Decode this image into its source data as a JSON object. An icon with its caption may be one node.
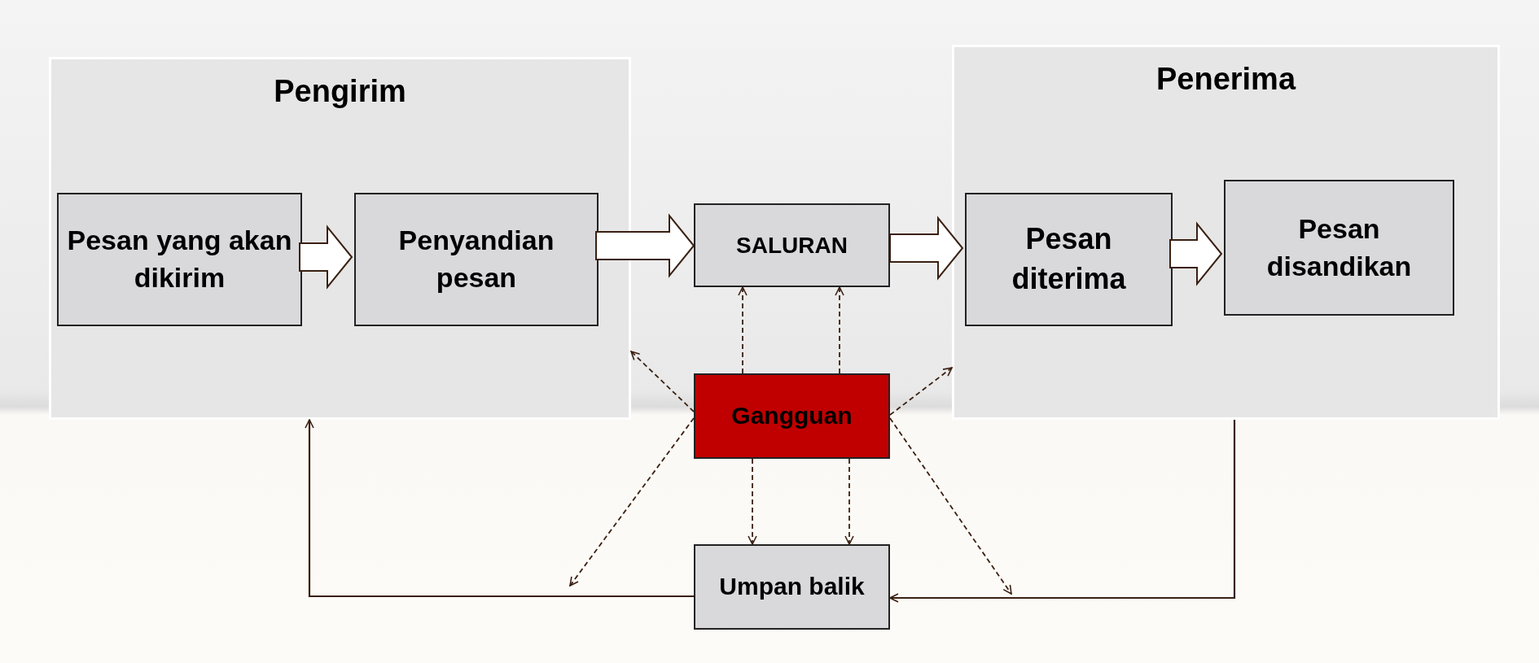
{
  "diagram": {
    "nodes": [
      {
        "text": [
          "Pengirim"
        ]
      },
      {
        "text": [
          "Pesan yang akan dikirim"
        ],
        "in": 0
      },
      {
        "text": [
          "Penyandian pesan"
        ],
        "in": 0
      },
      {
        "text": [
          "SALURAN"
        ]
      },
      {
        "text": [
          "Penerima"
        ]
      },
      {
        "text": [
          "Pesan diterima"
        ],
        "in": 4
      },
      {
        "text": [
          "Pesan disandikan"
        ],
        "in": 4
      },
      {
        "text": [
          "Gangguan"
        ]
      },
      {
        "text": [
          "Umpan balik"
        ]
      }
    ],
    "edges": [
      {
        "from": 1,
        "to": 2,
        "arrow": "to",
        "style": "thick"
      },
      {
        "from": 2,
        "to": 3,
        "arrow": "to",
        "style": "thick"
      },
      {
        "from": 3,
        "to": 5,
        "arrow": "to",
        "style": "thick"
      },
      {
        "from": 5,
        "to": 6,
        "arrow": "to",
        "style": "thick"
      },
      {
        "from": 7,
        "to": 3,
        "arrow": "to",
        "style": "dashed"
      },
      {
        "from": 7,
        "to": 3,
        "arrow": "to",
        "style": "dashed"
      },
      {
        "from": 7,
        "to": 0,
        "arrow": "to",
        "style": "dashed"
      },
      {
        "from": 7,
        "to": 4,
        "arrow": "to",
        "style": "dashed"
      },
      {
        "from": 7,
        "to": 8,
        "arrow": "to",
        "style": "dashed"
      },
      {
        "from": 7,
        "to": 8,
        "arrow": "to",
        "style": "dashed"
      },
      {
        "from": 7,
        "to": null,
        "arrow": "to",
        "style": "dashed"
      },
      {
        "from": 7,
        "to": null,
        "arrow": "to",
        "style": "dashed"
      },
      {
        "from": 4,
        "to": 8,
        "arrow": "to"
      },
      {
        "from": 8,
        "to": 0,
        "arrow": "to"
      }
    ]
  }
}
